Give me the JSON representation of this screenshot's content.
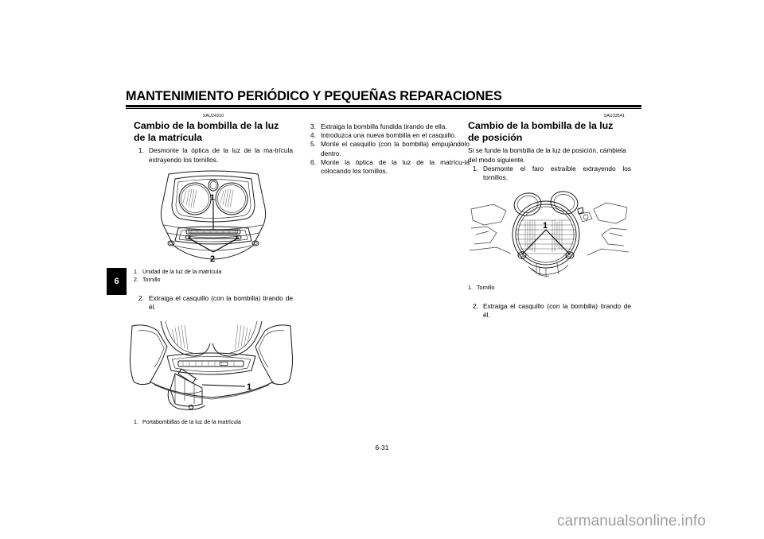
{
  "header": {
    "chapter_title": "MANTENIMIENTO PERIÓDICO Y PEQUEÑAS REPARACIONES",
    "chapter_tab_number": "6"
  },
  "page_number": "6-31",
  "watermark": "carmanualsonline.info",
  "left_column": {
    "ref_code": "SAU24310",
    "section_title_line1": "Cambio de la bombilla de la luz",
    "section_title_line2": "de la matrícula",
    "steps_part1": [
      {
        "num": "1.",
        "text": "Desmonte la óptica de la luz de la ma-trícula extrayendo los tornillos."
      }
    ],
    "figure1": {
      "name": "rear-taillight-license-plate-assembly",
      "callout_labels": [
        "1",
        "2"
      ]
    },
    "figure1_callouts": [
      {
        "num": "1.",
        "text": "Unidad de la luz de la matrícula"
      },
      {
        "num": "2.",
        "text": "Tornillo"
      }
    ],
    "steps_part2": [
      {
        "num": "2.",
        "text": "Extraiga el casquillo (con la bombilla) tirando de él."
      }
    ],
    "figure2": {
      "name": "license-plate-bulb-socket-detail",
      "callout_labels": [
        "1"
      ]
    },
    "figure2_callouts": [
      {
        "num": "1.",
        "text": "Portabombillas de la luz de la matrícula"
      }
    ]
  },
  "middle_column": {
    "steps": [
      {
        "num": "3.",
        "text": "Extraiga la bombilla fundida tirando de ella."
      },
      {
        "num": "4.",
        "text": "Introduzca una nueva bombilla en el casquillo."
      },
      {
        "num": "5.",
        "text": "Monte el casquillo (con la bombilla) empujándolo dentro."
      },
      {
        "num": "6.",
        "text": "Monte la óptica de la luz de la matrícu-la colocando los tornillos."
      }
    ]
  },
  "right_column": {
    "ref_code": "SAU33541",
    "section_title_line1": "Cambio de la bombilla de la luz",
    "section_title_line2": "de posición",
    "intro": "Si se funde la bombilla de la luz de posición, cámbiela del modo siguiente.",
    "steps_part1": [
      {
        "num": "1.",
        "text": "Desmonte el faro extraíble extrayendo los tornillos."
      }
    ],
    "figure1": {
      "name": "detachable-headlight-screws",
      "callout_labels": [
        "1"
      ]
    },
    "figure1_callouts": [
      {
        "num": "1.",
        "text": "Tornillo"
      }
    ],
    "steps_part2": [
      {
        "num": "2.",
        "text": "Extraiga el casquillo (con la bombilla) tirando de él."
      }
    ]
  }
}
